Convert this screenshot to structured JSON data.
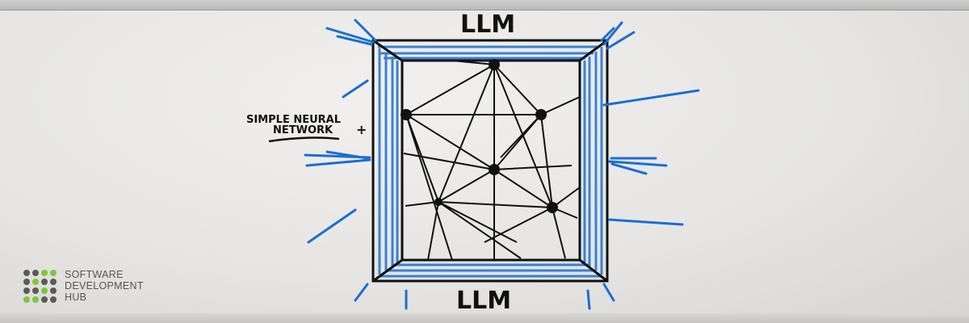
{
  "whiteboard": {
    "top_label": "LLM",
    "bottom_label": "LLM",
    "annotation_line1": "SIMPLE NEURAL",
    "annotation_line2": "NETWORK",
    "plus_sign": "+",
    "colors": {
      "ink": "#111111",
      "blue_marker": "#1a6fd0",
      "board": "#e9e8e6"
    }
  },
  "logo": {
    "line1": "SOFTWARE",
    "line2": "DEVELOPMENT",
    "line3": "HUB",
    "colors": {
      "gray": "#5a5a5a",
      "green": "#7cc73a"
    }
  }
}
